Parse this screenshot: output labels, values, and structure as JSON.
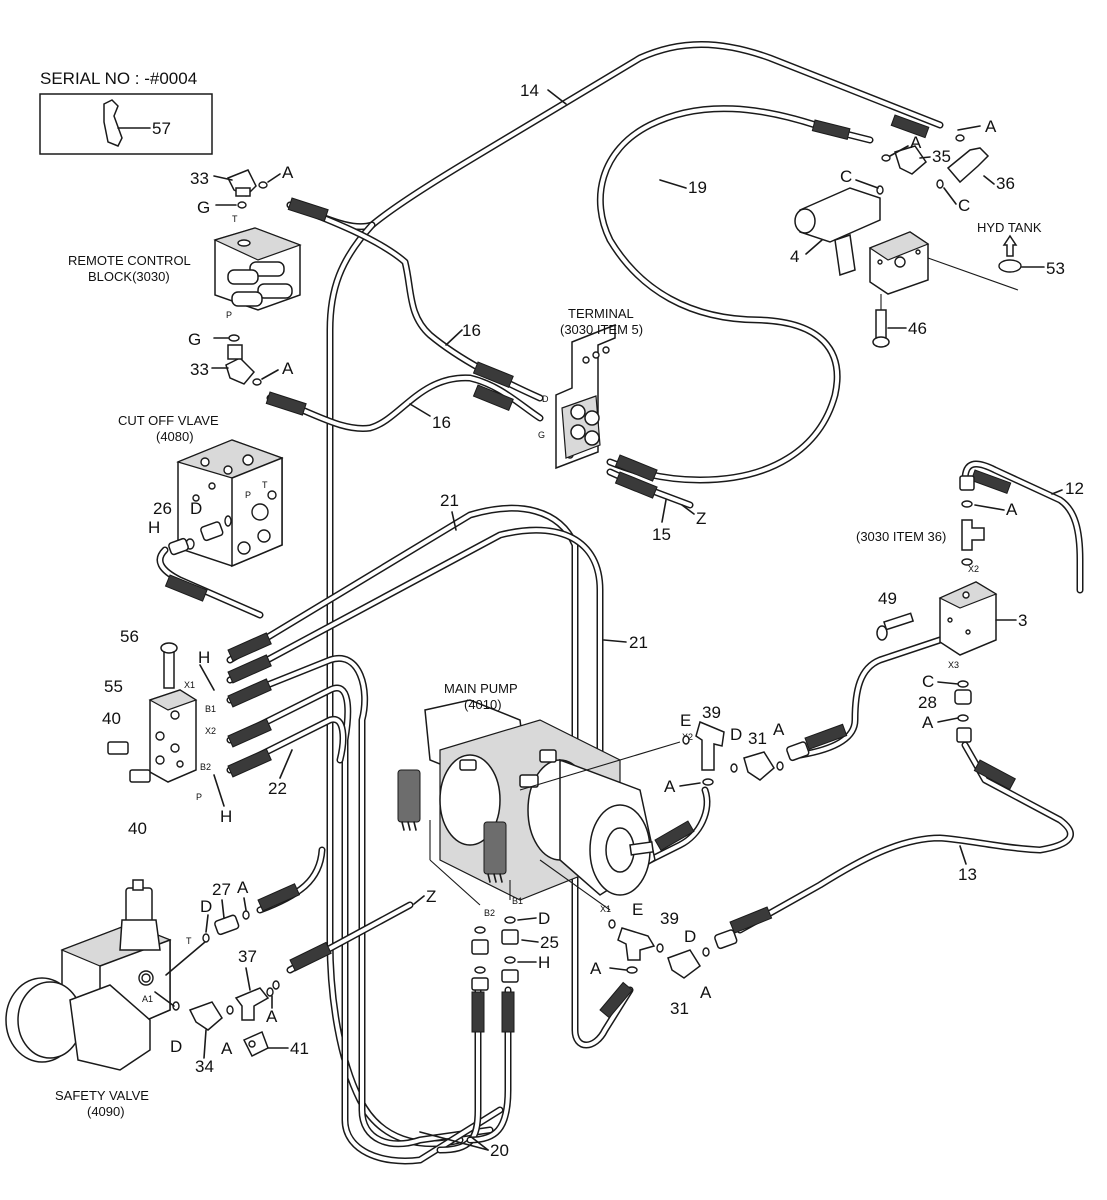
{
  "serial": {
    "text": "SERIAL NO : -#0004",
    "inset_part": "57"
  },
  "captions": {
    "remote_control_1": "REMOTE CONTROL",
    "remote_control_2": "BLOCK(3030)",
    "terminal_1": "TERMINAL",
    "terminal_2": "(3030 ITEM 5)",
    "cut_off_1": "CUT OFF VLAVE",
    "cut_off_2": "(4080)",
    "main_pump_1": "MAIN PUMP",
    "main_pump_2": "(4010)",
    "safety_valve_1": "SAFETY VALVE",
    "safety_valve_2": "(4090)",
    "hyd_tank": "HYD TANK",
    "item36": "(3030 ITEM 36)"
  },
  "callouts": {
    "n3": "3",
    "n4": "4",
    "n12": "12",
    "n13": "13",
    "n14": "14",
    "n15": "15",
    "n16a": "16",
    "n16b": "16",
    "n19": "19",
    "n20": "20",
    "n21a": "21",
    "n21b": "21",
    "n22": "22",
    "n25": "25",
    "n26": "26",
    "n27": "27",
    "n28": "28",
    "n31a": "31",
    "n31b": "31",
    "n33a": "33",
    "n33b": "33",
    "n34": "34",
    "n35": "35",
    "n36": "36",
    "n37": "37",
    "n39a": "39",
    "n39b": "39",
    "n40a": "40",
    "n40b": "40",
    "n41": "41",
    "n46": "46",
    "n49": "49",
    "n53": "53",
    "n55": "55",
    "n56": "56"
  },
  "letters": {
    "A1": "A",
    "A2": "A",
    "A3": "A",
    "A4": "A",
    "A5": "A",
    "A6": "A",
    "A7": "A",
    "A8": "A",
    "A9": "A",
    "A10": "A",
    "A11": "A",
    "A12": "A",
    "C1": "C",
    "C2": "C",
    "C3": "C",
    "D1": "D",
    "D2": "D",
    "D3": "D",
    "D4": "D",
    "D5": "D",
    "D6": "D",
    "E1": "E",
    "E2": "E",
    "G1": "G",
    "G2": "G",
    "H1": "H",
    "H2": "H",
    "H3": "H",
    "H4": "H",
    "Z1": "Z",
    "Z2": "Z"
  },
  "ports": {
    "T1": "T",
    "P1": "P",
    "D": "D",
    "G": "G",
    "P2": "P",
    "T2": "T",
    "X1a": "X1",
    "B1a": "B1",
    "X2a": "X2",
    "B2a": "B2",
    "Pa": "P",
    "X2b": "X2",
    "B2b": "B2",
    "B1b": "B1",
    "X1b": "X1",
    "X2c": "X2",
    "X3": "X3",
    "T3": "T",
    "A1p": "A1"
  }
}
